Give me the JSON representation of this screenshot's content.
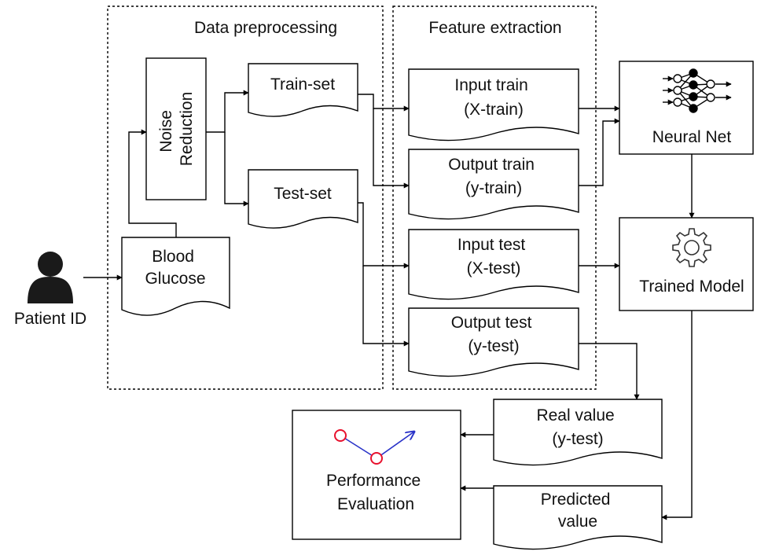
{
  "colors": {
    "stroke": "#000000",
    "fill": "#ffffff",
    "person": "#1a1a1a",
    "eval_nodes": "#e8112d",
    "eval_edges": "#2a33c8"
  },
  "sections": {
    "preprocessing": "Data preprocessing",
    "extraction": "Feature extraction"
  },
  "patient": {
    "label": "Patient ID",
    "icon": "person-icon"
  },
  "blocks": {
    "noise_reduction": [
      "Noise",
      "Reduction"
    ],
    "blood_glucose": [
      "Blood",
      "Glucose"
    ],
    "train_set": [
      "Train-set"
    ],
    "test_set": [
      "Test-set"
    ],
    "input_train": [
      "Input train",
      "(X-train)"
    ],
    "output_train": [
      "Output train",
      "(y-train)"
    ],
    "input_test": [
      "Input test",
      "(X-test)"
    ],
    "output_test": [
      "Output test",
      "(y-test)"
    ],
    "neural_net": [
      "Neural Net"
    ],
    "trained_model": [
      "Trained Model"
    ],
    "real_value": [
      "Real value",
      "(y-test)"
    ],
    "predicted_value": [
      "Predicted",
      "value"
    ],
    "performance_evaluation": [
      "Performance",
      "Evaluation"
    ]
  },
  "icons": {
    "neural_net": "neural-network-icon",
    "trained_model": "gear-icon",
    "performance_evaluation": "evaluation-graph-icon"
  }
}
